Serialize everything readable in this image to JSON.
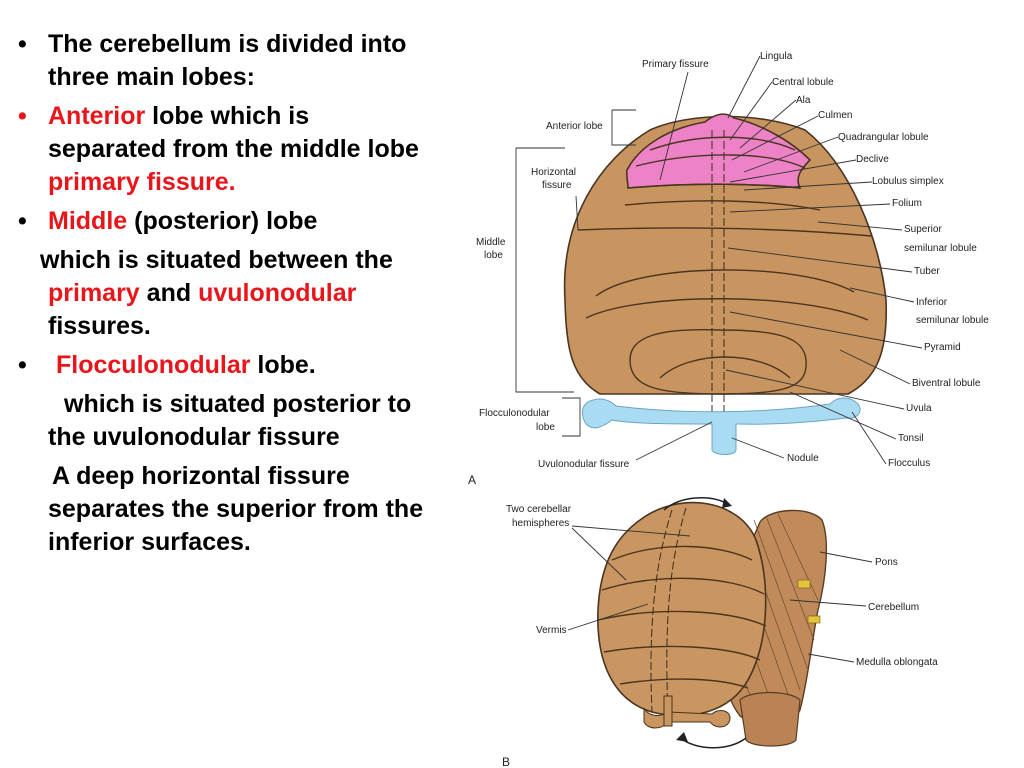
{
  "bullets": {
    "b1": {
      "mark": "•",
      "text": "The cerebellum is divided into three main lobes:"
    },
    "b2": {
      "mark": "•",
      "red1": "Anterior",
      "t1": " lobe which is separated from the middle lobe ",
      "red2": "primary fissure."
    },
    "b3": {
      "mark": "•",
      "red1": "Middle",
      "t1": " (posterior) lobe"
    },
    "b3_cont": {
      "t1": "which is situated between the ",
      "red1": "primary",
      "t2": " and ",
      "red2": "uvulonodular",
      "t3": " fissures."
    },
    "b4": {
      "mark": "•",
      "red1": "Flocculonodular",
      "t1": " lobe."
    },
    "b4_cont": "which is situated posterior to the uvulonodular fissure",
    "b5_cont": "A deep horizontal fissure separates the superior from the inferior surfaces."
  },
  "figure_a": {
    "panel_letter": "A",
    "labels": {
      "primary_fissure": "Primary fissure",
      "lingula": "Lingula",
      "central_lobule": "Central lobule",
      "ala": "Ala",
      "culmen": "Culmen",
      "quadrangular_lobule": "Quadrangular lobule",
      "declive": "Declive",
      "lobulus_simplex": "Lobulus simplex",
      "folium": "Folium",
      "superior_semilunar_1": "Superior",
      "superior_semilunar_2": "semilunar lobule",
      "tuber": "Tuber",
      "inferior_semilunar_1": "Inferior",
      "inferior_semilunar_2": "semilunar lobule",
      "pyramid": "Pyramid",
      "biventral_lobule": "Biventral lobule",
      "uvula": "Uvula",
      "tonsil": "Tonsil",
      "nodule": "Nodule",
      "flocculus": "Flocculus",
      "anterior_lobe": "Anterior lobe",
      "horizontal_fissure_1": "Horizontal",
      "horizontal_fissure_2": "fissure",
      "middle_lobe_1": "Middle",
      "middle_lobe_2": "lobe",
      "flocculonodular_lobe_1": "Flocculonodular",
      "flocculonodular_lobe_2": "lobe",
      "uvulonodular_fissure": "Uvulonodular fissure"
    },
    "colors": {
      "anterior_lobe": "#ee82c6",
      "middle_lobe": "#c8945f",
      "flocculonodular_lobe": "#a9dcf2"
    }
  },
  "figure_b": {
    "panel_letter": "B",
    "labels": {
      "two_hemispheres_1": "Two cerebellar",
      "two_hemispheres_2": "hemispheres",
      "vermis": "Vermis",
      "pons": "Pons",
      "cerebellum": "Cerebellum",
      "medulla_oblongata": "Medulla oblongata"
    }
  }
}
